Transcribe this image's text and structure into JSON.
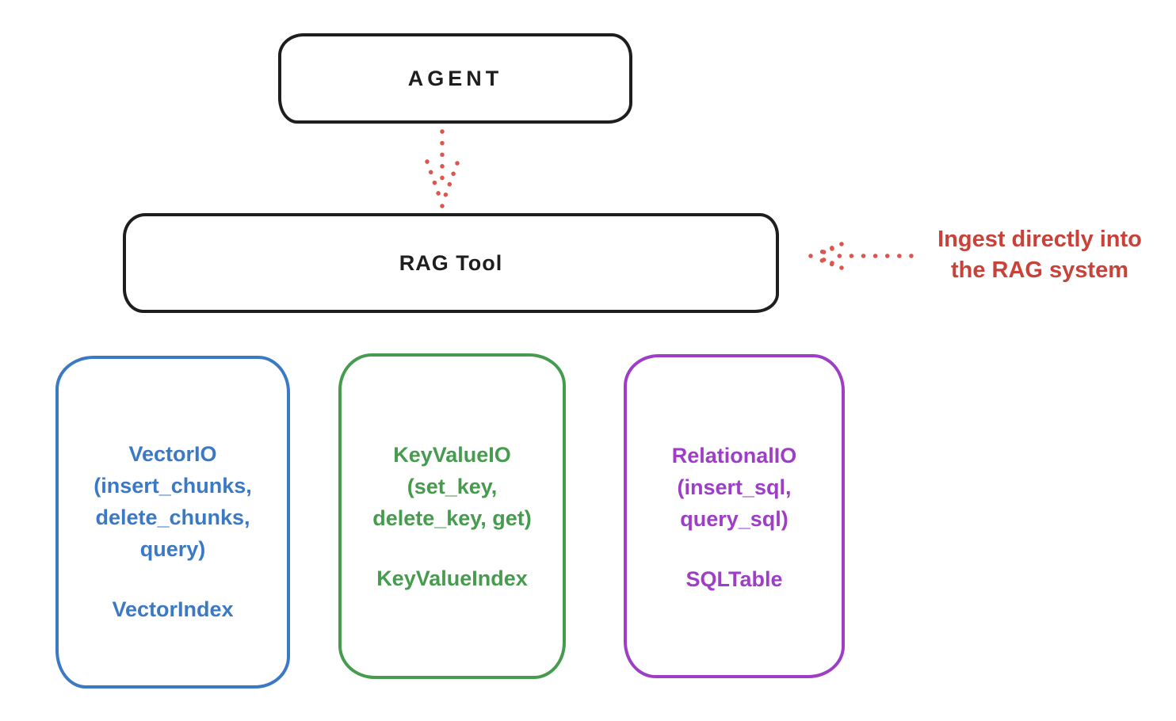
{
  "diagram": {
    "agent": {
      "label": "AGENT"
    },
    "rag_tool": {
      "label": "RAG Tool"
    },
    "annotation": {
      "line1": "Ingest directly into",
      "line2": "the RAG system"
    },
    "stores": [
      {
        "title": "VectorIO",
        "method_lines": [
          "(insert_chunks,",
          "delete_chunks,",
          "query)"
        ],
        "index": "VectorIndex",
        "color": "#3b79c4"
      },
      {
        "title": "KeyValueIO",
        "method_lines": [
          "(set_key,",
          "delete_key, get)"
        ],
        "index": "KeyValueIndex",
        "color": "#469b4e"
      },
      {
        "title": "RelationalIO",
        "method_lines": [
          "(insert_sql,",
          "query_sql)"
        ],
        "index": "SQLTable",
        "color": "#9e3dc5"
      }
    ],
    "colors": {
      "outline_black": "#1e1e1e",
      "annotation_red": "#c8423a",
      "arrow_red": "#dd554c"
    }
  }
}
